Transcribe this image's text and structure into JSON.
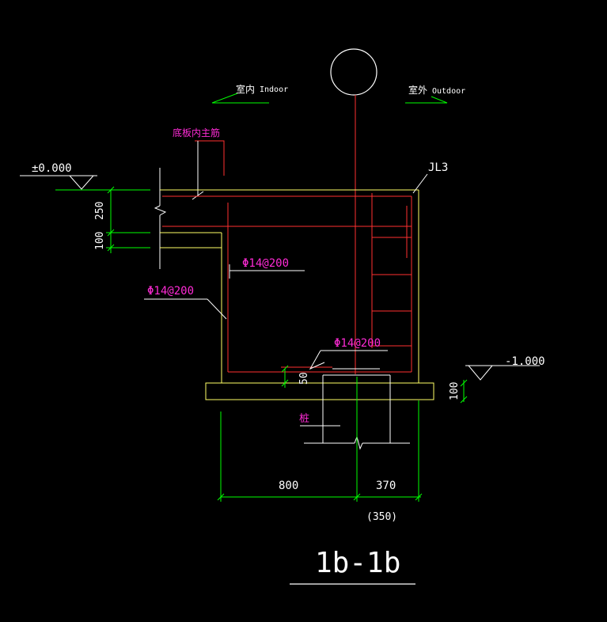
{
  "drawing": {
    "labels": {
      "indoor_cn": "室内",
      "indoor_en": "Indoor",
      "outdoor_cn": "室外",
      "outdoor_en": "Outdoor",
      "elev_top": "±0.000",
      "elev_bottom": "-1.000",
      "main_rebar_note": "底板内主筋",
      "beam_tag": "JL3",
      "rebar_wall_inner": "Φ14@200",
      "rebar_wall_outer": "Φ14@200",
      "rebar_slab_bottom": "Φ14@200",
      "pile_tag": "桩",
      "section_title": "1b-1b"
    },
    "dimensions": {
      "d250": "250",
      "d100_left": "100",
      "d50": "50",
      "d100_right": "100",
      "d800": "800",
      "d370": "370",
      "d350": "(350)"
    },
    "colors": {
      "background": "#000000",
      "concrete_outline": "#ffff66",
      "rebar": "#ff3030",
      "dimension": "#00ff00",
      "text": "#ffffff",
      "annotation": "#ff2bd6"
    }
  }
}
